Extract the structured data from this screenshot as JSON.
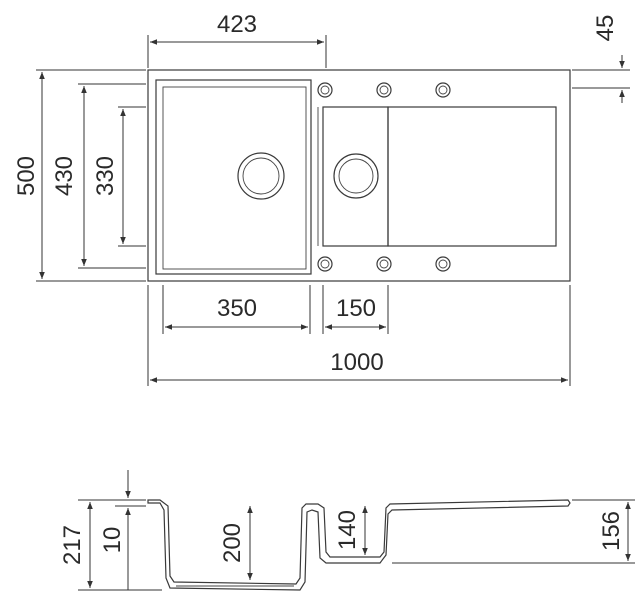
{
  "top_view": {
    "dimensions": {
      "drainer_width": "423",
      "rim_offset": "45",
      "overall_depth": "500",
      "inner_depth": "430",
      "bowl_depth": "330",
      "main_bowl_width": "350",
      "small_bowl_width": "150",
      "overall_length": "1000"
    }
  },
  "side_view": {
    "dimensions": {
      "total_height": "217",
      "rim_thickness": "10",
      "main_bowl_height": "200",
      "small_bowl_height": "140",
      "drainer_height": "156"
    }
  }
}
